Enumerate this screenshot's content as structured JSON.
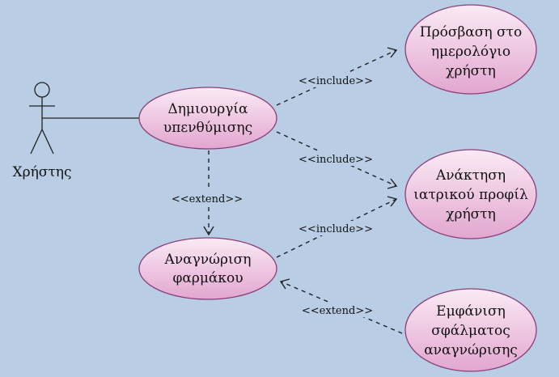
{
  "colors": {
    "background": "#b9cde4",
    "usecase_fill_top": "#fbeaf5",
    "usecase_fill_bottom": "#e2a6cf",
    "usecase_stroke": "#8a3f78",
    "line": "#222222"
  },
  "actor": {
    "name": "Χρήστης"
  },
  "usecases": {
    "create_reminder": [
      "Δημιουργία",
      "υπενθύμισης"
    ],
    "access_calendar": [
      "Πρόσβαση στο",
      "ημερολόγιο",
      "χρήστη"
    ],
    "retrieve_profile": [
      "Ανάκτηση",
      "ιατρικού προφίλ",
      "χρήστη"
    ],
    "recognize_drug": [
      "Αναγνώριση",
      "φαρμάκου"
    ],
    "show_error": [
      "Εμφάνιση",
      "σφάλματος",
      "αναγνώρισης"
    ]
  },
  "relations": {
    "include_calendar": "<<include>>",
    "include_profile": "<<include>>",
    "include_profile_2": "<<include>>",
    "extend_recognize": "<<extend>>",
    "extend_error": "<<extend>>"
  }
}
